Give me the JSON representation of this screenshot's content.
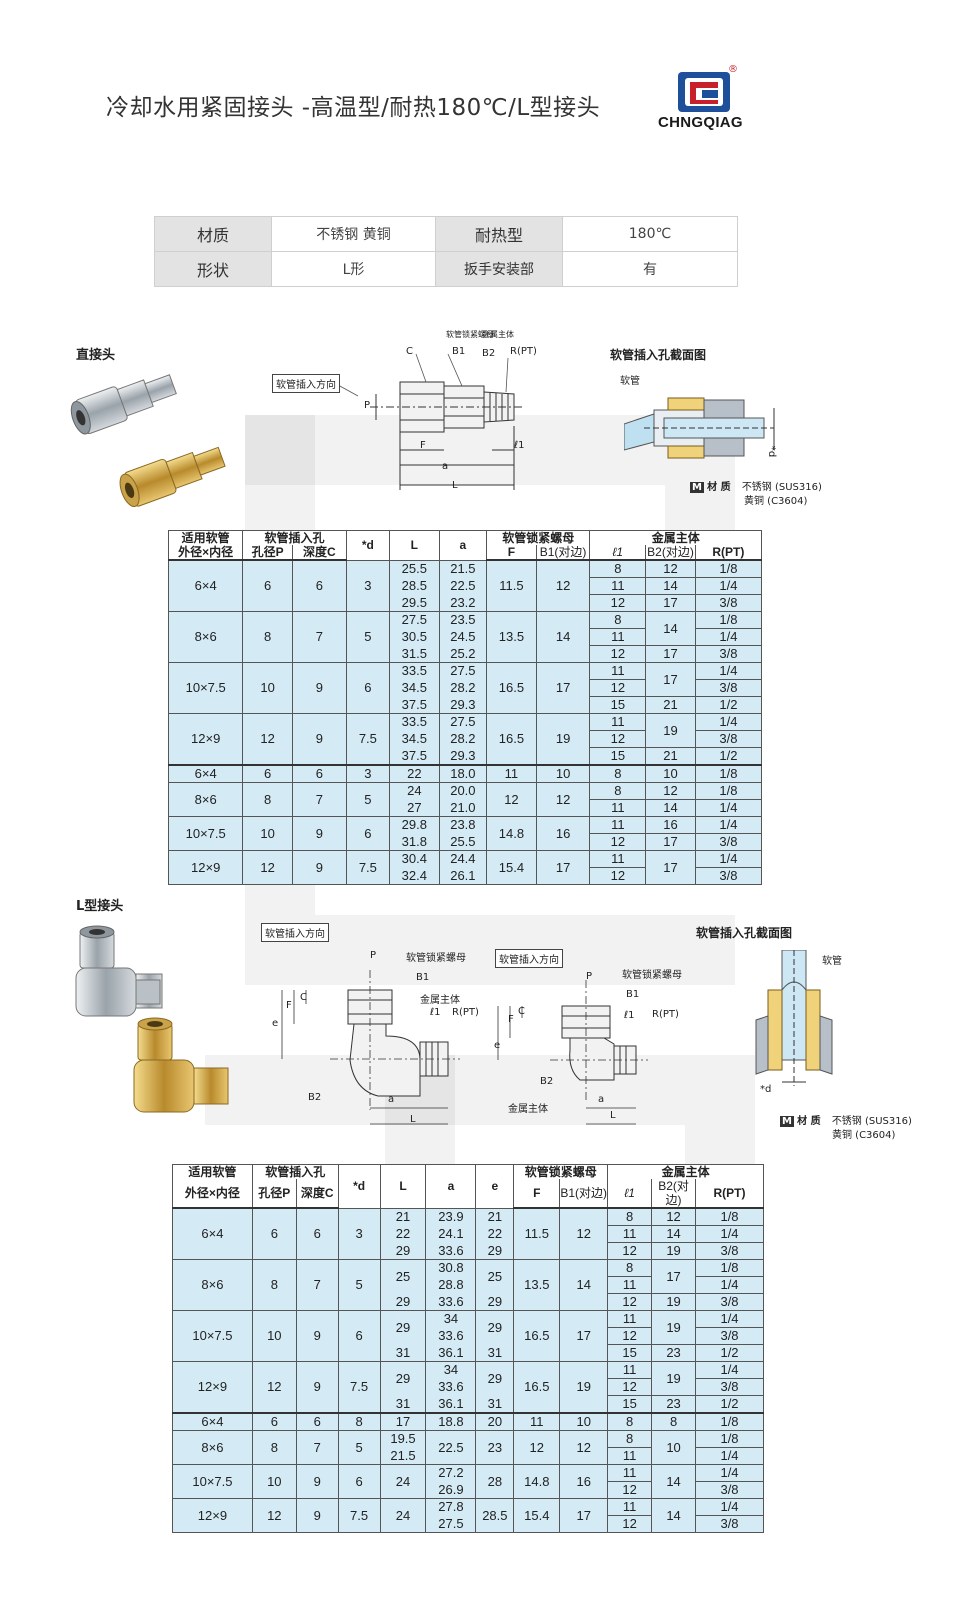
{
  "header": {
    "title": "冷却水用紧固接头 -高温型/耐热180℃/L型接头",
    "brand": "CHNGQIAG",
    "reg_mark": "®"
  },
  "spec": {
    "material_label": "材质",
    "material_value": "不锈钢  黄铜",
    "heat_label": "耐热型",
    "heat_value": "180℃",
    "shape_label": "形状",
    "shape_value": "L形",
    "wrench_label": "扳手安装部",
    "wrench_value": "有"
  },
  "straight": {
    "title": "直接头",
    "insert_dir": "软管插入方向",
    "lock_nut_small": "软管锁紧螺母",
    "body_small": "金属主体",
    "dim_C": "C",
    "dim_B1": "B1",
    "dim_B2": "B2",
    "dim_R": "R(PT)",
    "dim_P": "P",
    "dim_F": "F",
    "dim_l1": "ℓ1",
    "dim_a": "a",
    "dim_L": "L",
    "section_title": "软管插入孔截面图",
    "section_hose": "软管",
    "section_d": "*d",
    "material_mark": "M",
    "material_label": "材 质",
    "material_ss": "不锈钢 (SUS316)",
    "material_brass": "黄铜 (C3604)"
  },
  "table1": {
    "headers": {
      "hose": "适用软管",
      "hose_sub": "外径×内径",
      "insert": "软管插入孔",
      "insert_P": "孔径P",
      "insert_C": "深度C",
      "d": "*d",
      "L": "L",
      "a": "a",
      "nut": "软管锁紧螺母",
      "F": "F",
      "B1": "B1(对边)",
      "body": "金属主体",
      "l1": "ℓ1",
      "B2": "B2(对边)",
      "R": "R(PT)"
    },
    "groups": [
      {
        "hose": "6×4",
        "P": "6",
        "C": "6",
        "d": "3",
        "F": "11.5",
        "B1": "12",
        "rows": [
          {
            "L": "25.5",
            "a": "21.5",
            "l1": "8",
            "B2": "12",
            "R": "1/8"
          },
          {
            "L": "28.5",
            "a": "22.5",
            "l1": "11",
            "B2": "14",
            "R": "1/4"
          },
          {
            "L": "29.5",
            "a": "23.2",
            "l1": "12",
            "B2": "17",
            "R": "3/8"
          }
        ]
      },
      {
        "hose": "8×6",
        "P": "8",
        "C": "7",
        "d": "5",
        "F": "13.5",
        "B1": "14",
        "rows": [
          {
            "L": "27.5",
            "a": "23.5",
            "l1": "8",
            "B2": "14",
            "R": "1/8"
          },
          {
            "L": "30.5",
            "a": "24.5",
            "l1": "11",
            "B2": "",
            "R": "1/4"
          },
          {
            "L": "31.5",
            "a": "25.2",
            "l1": "12",
            "B2": "17",
            "R": "3/8"
          }
        ]
      },
      {
        "hose": "10×7.5",
        "P": "10",
        "C": "9",
        "d": "6",
        "F": "16.5",
        "B1": "17",
        "rows": [
          {
            "L": "33.5",
            "a": "27.5",
            "l1": "11",
            "B2": "17",
            "R": "1/4"
          },
          {
            "L": "34.5",
            "a": "28.2",
            "l1": "12",
            "B2": "",
            "R": "3/8"
          },
          {
            "L": "37.5",
            "a": "29.3",
            "l1": "15",
            "B2": "21",
            "R": "1/2"
          }
        ]
      },
      {
        "hose": "12×9",
        "P": "12",
        "C": "9",
        "d": "7.5",
        "F": "16.5",
        "B1": "19",
        "rows": [
          {
            "L": "33.5",
            "a": "27.5",
            "l1": "11",
            "B2": "19",
            "R": "1/4"
          },
          {
            "L": "34.5",
            "a": "28.2",
            "l1": "12",
            "B2": "",
            "R": "3/8"
          },
          {
            "L": "37.5",
            "a": "29.3",
            "l1": "15",
            "B2": "21",
            "R": "1/2"
          }
        ]
      },
      {
        "hose": "6×4",
        "P": "6",
        "C": "6",
        "d": "3",
        "F": "11",
        "B1": "10",
        "rows": [
          {
            "L": "22",
            "a": "18.0",
            "l1": "8",
            "B2": "10",
            "R": "1/8"
          }
        ]
      },
      {
        "hose": "8×6",
        "P": "8",
        "C": "7",
        "d": "5",
        "F": "12",
        "B1": "12",
        "rows": [
          {
            "L": "24",
            "a": "20.0",
            "l1": "8",
            "B2": "12",
            "R": "1/8"
          },
          {
            "L": "27",
            "a": "21.0",
            "l1": "11",
            "B2": "14",
            "R": "1/4"
          }
        ]
      },
      {
        "hose": "10×7.5",
        "P": "10",
        "C": "9",
        "d": "6",
        "F": "14.8",
        "B1": "16",
        "rows": [
          {
            "L": "29.8",
            "a": "23.8",
            "l1": "11",
            "B2": "16",
            "R": "1/4"
          },
          {
            "L": "31.8",
            "a": "25.5",
            "l1": "12",
            "B2": "17",
            "R": "3/8"
          }
        ]
      },
      {
        "hose": "12×9",
        "P": "12",
        "C": "9",
        "d": "7.5",
        "F": "15.4",
        "B1": "17",
        "rows": [
          {
            "L": "30.4",
            "a": "24.4",
            "l1": "11",
            "B2": "17",
            "R": "1/4"
          },
          {
            "L": "32.4",
            "a": "26.1",
            "l1": "12",
            "B2": "",
            "R": "3/8"
          }
        ]
      }
    ]
  },
  "elbow": {
    "title": "L型接头",
    "insert_dir": "软管插入方向",
    "lock_nut": "软管锁紧螺母",
    "body": "金属主体",
    "dim_P": "P",
    "dim_B1": "B1",
    "dim_B2": "B2",
    "dim_l1": "ℓ1",
    "dim_R": "R(PT)",
    "dim_F": "F",
    "dim_C": "C",
    "dim_e": "e",
    "dim_a": "a",
    "dim_L": "L",
    "section_title": "软管插入孔截面图",
    "section_hose": "软管",
    "section_d": "*d",
    "material_mark": "M",
    "material_label": "材 质",
    "material_ss": "不锈钢 (SUS316)",
    "material_brass": "黄铜 (C3604)"
  },
  "table2": {
    "headers": {
      "hose": "适用软管",
      "hose_sub": "外径×内径",
      "insert": "软管插入孔",
      "insert_P": "孔径P",
      "insert_C": "深度C",
      "d": "*d",
      "L": "L",
      "a": "a",
      "e": "e",
      "nut": "软管锁紧螺母",
      "F": "F",
      "B1": "B1(对边)",
      "body": "金属主体",
      "l1": "ℓ1",
      "B2": "B2(对边)",
      "R": "R(PT)"
    },
    "groups": [
      {
        "hose": "6×4",
        "P": "6",
        "C": "6",
        "d": "3",
        "F": "11.5",
        "B1": "12",
        "rows": [
          {
            "L": "21",
            "a": "23.9",
            "e": "21",
            "l1": "8",
            "B2": "12",
            "R": "1/8"
          },
          {
            "L": "22",
            "a": "24.1",
            "e": "22",
            "l1": "11",
            "B2": "14",
            "R": "1/4"
          },
          {
            "L": "29",
            "a": "33.6",
            "e": "29",
            "l1": "12",
            "B2": "19",
            "R": "3/8"
          }
        ]
      },
      {
        "hose": "8×6",
        "P": "8",
        "C": "7",
        "d": "5",
        "F": "13.5",
        "B1": "14",
        "rows": [
          {
            "L": "25",
            "a": "30.8",
            "e": "25",
            "l1": "8",
            "B2": "17",
            "R": "1/8"
          },
          {
            "L": "",
            "a": "28.8",
            "e": "",
            "l1": "11",
            "B2": "",
            "R": "1/4"
          },
          {
            "L": "29",
            "a": "33.6",
            "e": "29",
            "l1": "12",
            "B2": "19",
            "R": "3/8"
          }
        ]
      },
      {
        "hose": "10×7.5",
        "P": "10",
        "C": "9",
        "d": "6",
        "F": "16.5",
        "B1": "17",
        "rows": [
          {
            "L": "29",
            "a": "34",
            "e": "29",
            "l1": "11",
            "B2": "19",
            "R": "1/4"
          },
          {
            "L": "",
            "a": "33.6",
            "e": "",
            "l1": "12",
            "B2": "",
            "R": "3/8"
          },
          {
            "L": "31",
            "a": "36.1",
            "e": "31",
            "l1": "15",
            "B2": "23",
            "R": "1/2"
          }
        ]
      },
      {
        "hose": "12×9",
        "P": "12",
        "C": "9",
        "d": "7.5",
        "F": "16.5",
        "B1": "19",
        "rows": [
          {
            "L": "29",
            "a": "34",
            "e": "29",
            "l1": "11",
            "B2": "19",
            "R": "1/4"
          },
          {
            "L": "",
            "a": "33.6",
            "e": "",
            "l1": "12",
            "B2": "",
            "R": "3/8"
          },
          {
            "L": "31",
            "a": "36.1",
            "e": "31",
            "l1": "15",
            "B2": "23",
            "R": "1/2"
          }
        ]
      },
      {
        "hose": "6×4",
        "P": "6",
        "C": "6",
        "d": "8",
        "F": "11",
        "B1": "10",
        "rows": [
          {
            "L": "17",
            "a": "18.8",
            "e": "20",
            "l1": "8",
            "B2": "8",
            "R": "1/8"
          }
        ]
      },
      {
        "hose": "8×6",
        "P": "8",
        "C": "7",
        "d": "5",
        "F": "12",
        "B1": "12",
        "rows": [
          {
            "L": "19.5",
            "a": "22.5",
            "e": "23",
            "l1": "8",
            "B2": "10",
            "R": "1/8"
          },
          {
            "L": "21.5",
            "a": "",
            "e": "",
            "l1": "11",
            "B2": "",
            "R": "1/4"
          }
        ]
      },
      {
        "hose": "10×7.5",
        "P": "10",
        "C": "9",
        "d": "6",
        "F": "14.8",
        "B1": "16",
        "rows": [
          {
            "L": "24",
            "a": "27.2",
            "e": "28",
            "l1": "11",
            "B2": "14",
            "R": "1/4"
          },
          {
            "L": "",
            "a": "26.9",
            "e": "",
            "l1": "12",
            "B2": "",
            "R": "3/8"
          }
        ]
      },
      {
        "hose": "12×9",
        "P": "12",
        "C": "9",
        "d": "7.5",
        "F": "15.4",
        "B1": "17",
        "rows": [
          {
            "L": "24",
            "a": "27.8",
            "e": "28.5",
            "l1": "11",
            "B2": "14",
            "R": "1/4"
          },
          {
            "L": "",
            "a": "27.5",
            "e": "",
            "l1": "12",
            "B2": "",
            "R": "3/8"
          }
        ]
      }
    ]
  },
  "colors": {
    "table_bg": "#d4ebf6",
    "spec_key_bg": "#e3e3e3",
    "brass": "#c9a24a",
    "steel": "#b9c0c6",
    "logo_red": "#c8202a",
    "logo_blue": "#1d4f9a"
  }
}
